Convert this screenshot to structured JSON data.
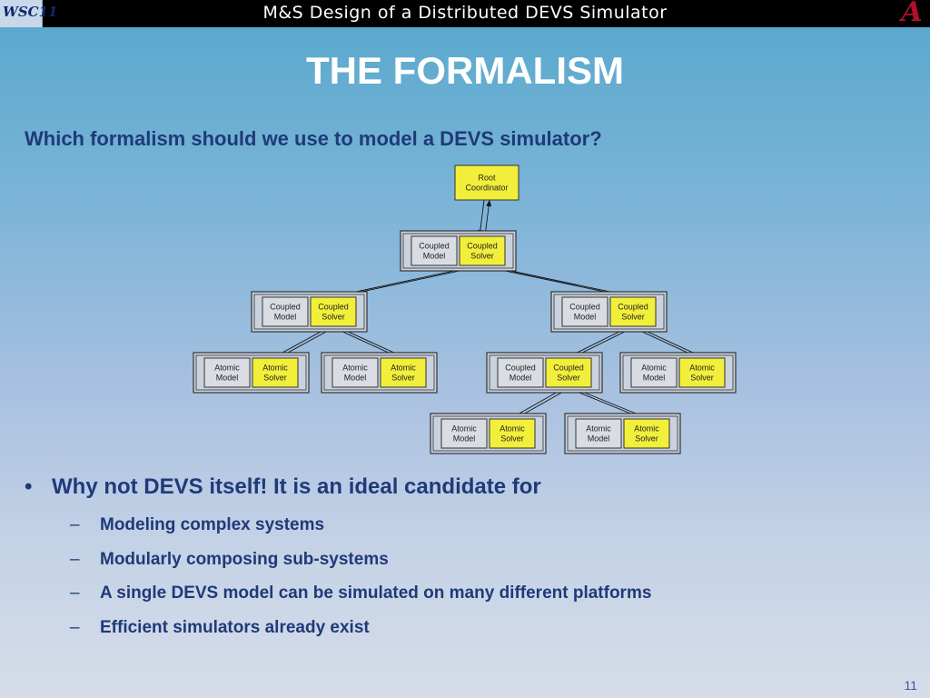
{
  "header": {
    "title": "M&S Design of a Distributed DEVS Simulator",
    "logo_left_text": "WSC11",
    "logo_right_text": "A"
  },
  "slide": {
    "title": "THE FORMALISM",
    "question": "Which formalism should we use to model a DEVS simulator?",
    "bullet": "Why not DEVS itself! It is an ideal candidate for",
    "sub_bullets": [
      "Modeling complex systems",
      "Modularly composing sub-systems",
      "A single DEVS model can be simulated on many different platforms",
      "Efficient simulators already exist"
    ],
    "page_number": "11"
  },
  "diagram": {
    "root": [
      "Root",
      "Coordinator"
    ],
    "coupled_model": [
      "Coupled",
      "Model"
    ],
    "coupled_solver": [
      "Coupled",
      "Solver"
    ],
    "atomic_model": [
      "Atomic",
      "Model"
    ],
    "atomic_solver": [
      "Atomic",
      "Solver"
    ],
    "colors": {
      "solver_fill": "#f2ef3a",
      "model_fill": "#d9dde3",
      "group_fill": "#c9d2de",
      "stroke": "#333333"
    }
  }
}
